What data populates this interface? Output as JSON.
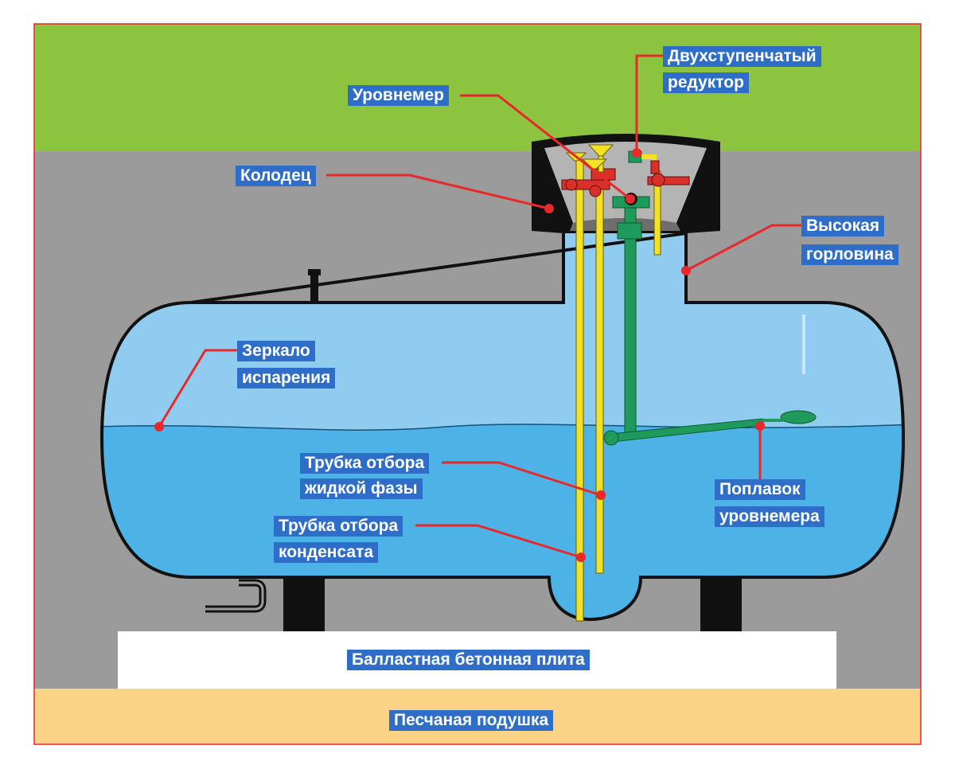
{
  "labels": {
    "reducer_1": "Двухступенчатый",
    "reducer_2": "редуктор",
    "level_gauge": "Уровнемер",
    "well": "Колодец",
    "neck_1": "Высокая",
    "neck_2": "горловина",
    "mirror_1": "Зеркало",
    "mirror_2": "испарения",
    "liquid_tube_1": "Трубка отбора",
    "liquid_tube_2": "жидкой фазы",
    "float_1": "Поплавок",
    "float_2": "уровнемера",
    "condensate_tube_1": "Трубка отбора",
    "condensate_tube_2": "конденсата",
    "slab": "Балластная бетонная плита",
    "sand": "Песчаная подушка"
  },
  "colors": {
    "grass": "#8cc43f",
    "soil": "#9b9b9b",
    "sand": "#fbd386",
    "tank_vapor": "#8fccef",
    "tank_liquid": "#4db3e6",
    "outline": "#111111",
    "pointer": "#e8282b",
    "label_bg": "#2e6ec9",
    "tube": "#f2e125",
    "float_arm": "#1e9a5a",
    "valve": "#d9302a"
  }
}
